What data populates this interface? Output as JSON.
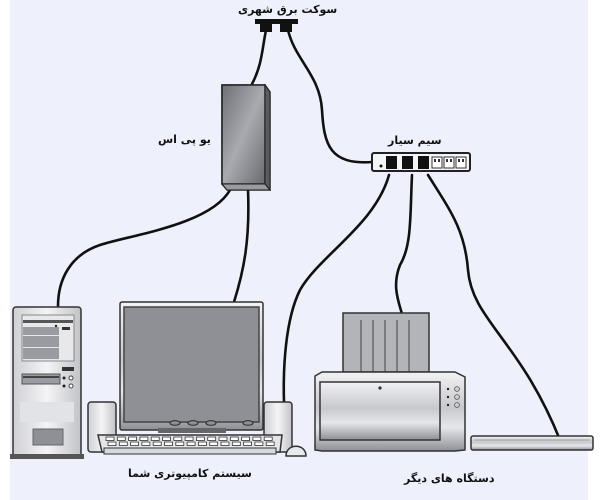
{
  "labels": {
    "wall_socket": "سوکت برق شهری",
    "ups": "یو پی اس",
    "power_strip": "سیم سیار",
    "computer_system": "سیستم کامپیوتری شما",
    "other_devices": "دستگاه های دیگر"
  },
  "colors": {
    "background": "#eef1fb",
    "cable": "#111111",
    "device_gray": "#8e9096",
    "device_light": "#dcdde2",
    "outline": "#333333"
  },
  "connections": [
    {
      "from": "wall_socket",
      "to": "ups"
    },
    {
      "from": "wall_socket",
      "to": "power_strip"
    },
    {
      "from": "ups",
      "to": "computer_tower"
    },
    {
      "from": "ups",
      "to": "monitor"
    },
    {
      "from": "power_strip",
      "to": "speaker"
    },
    {
      "from": "power_strip",
      "to": "printer"
    },
    {
      "from": "power_strip",
      "to": "scanner"
    }
  ]
}
